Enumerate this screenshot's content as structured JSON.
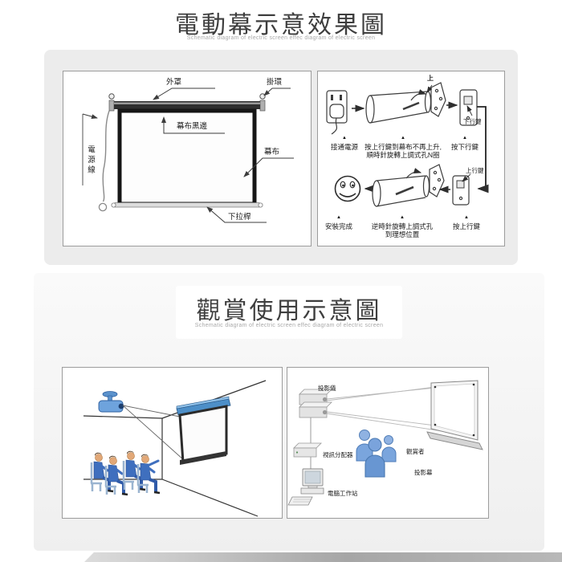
{
  "section1": {
    "title": "電動幕示意效果圖",
    "subtitle": "Schematic diagram of electric screen effec diagram of electric screen",
    "screen_diagram": {
      "outer_cover": "外罩",
      "hanging_ring": "掛環",
      "curtain_black_edge": "幕布黑邊",
      "power_cord": "電源線",
      "curtain": "幕布",
      "pull_rod": "下拉桿"
    },
    "install_guide": {
      "up_mark": "上",
      "down_key": "下行鍵",
      "up_key": "上行鍵",
      "step1": "接通電源",
      "step2_line1": "按上行鍵到幕布不再上升,",
      "step2_line2": "順時針旋轉上調式孔N圈",
      "step3": "按下行鍵",
      "step4": "安裝完成",
      "step5_line1": "逆時針旋轉上調式孔",
      "step5_line2": "到理想位置",
      "step6": "按上行鍵"
    }
  },
  "section2": {
    "title": "觀賞使用示意圖",
    "subtitle": "Schematic diagram of electric screen effec diagram of electric screen",
    "usage_diagram": {
      "projector": "投影儀",
      "video_distributor": "視訊分配器",
      "workstation": "電腦工作站",
      "viewers": "觀賞者",
      "projection_screen": "投影幕"
    }
  },
  "colors": {
    "card_gray": "#ececec",
    "accent_blue": "#4d8fc8",
    "line_dark": "#3c3c3c"
  }
}
